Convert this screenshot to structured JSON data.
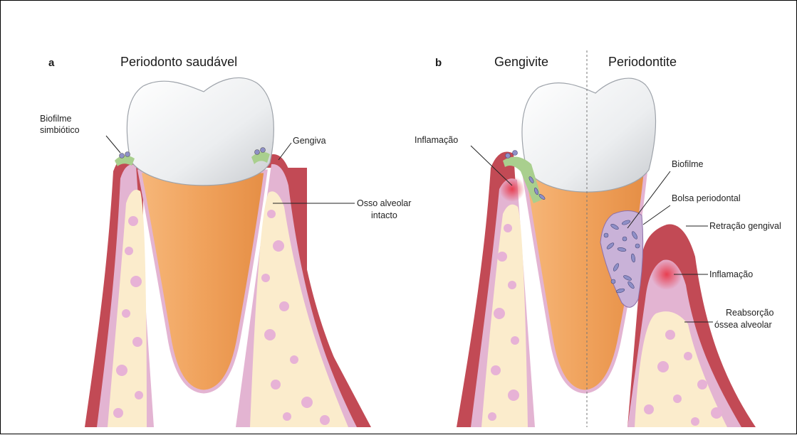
{
  "panel_a": {
    "letter": "a",
    "title": "Periodonto saudável",
    "labels": {
      "biofilm_line1": "Biofilme",
      "biofilm_line2": "simbiótico",
      "gingiva": "Gengiva",
      "bone_line1": "Osso alveolar",
      "bone_line2": "intacto"
    }
  },
  "panel_b": {
    "letter": "b",
    "title_left": "Gengivite",
    "title_right": "Periodontite",
    "labels": {
      "inflammation_left": "Inflamação",
      "biofilm": "Biofilme",
      "pocket": "Bolsa periodontal",
      "recession": "Retração gengival",
      "inflammation_right": "Inflamação",
      "resorption_line1": "Reabsorção",
      "resorption_line2": "óssea alveolar"
    }
  },
  "colors": {
    "enamel": "#f2f3f4",
    "dentin": "#f0a25c",
    "gum": "#c24a55",
    "periodontal_ligament": "#e3b4d2",
    "bone": "#fbeccc",
    "bone_spots": "#e7b2d6",
    "inflammation": "#e8394a",
    "biofilm_green": "#a9cf8e",
    "bacteria": "#8e8fc7"
  }
}
